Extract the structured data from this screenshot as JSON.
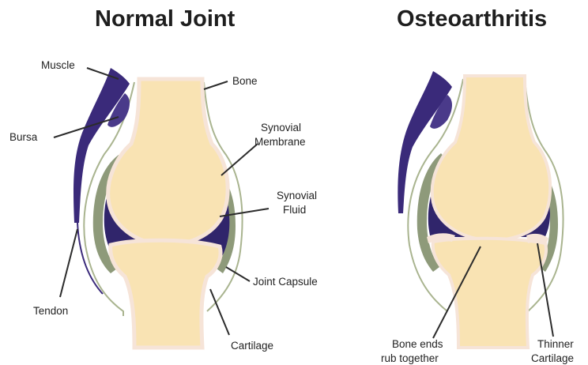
{
  "titles": {
    "normal": "Normal Joint",
    "osteoarthritis": "Osteoarthritis"
  },
  "labels": {
    "muscle": "Muscle",
    "bursa": "Bursa",
    "tendon": "Tendon",
    "bone": "Bone",
    "synovial_membrane": [
      "Synovial",
      "Membrane"
    ],
    "synovial_fluid": [
      "Synovial",
      "Fluid"
    ],
    "joint_capsule": "Joint Capsule",
    "cartilage": "Cartilage",
    "bone_ends_rub": [
      "Bone ends",
      "rub together"
    ],
    "thinner_cartilage": [
      "Thinner",
      "Cartilage"
    ]
  },
  "colors": {
    "bone": "#f9e3b3",
    "bone_edge": "#ecc79a",
    "cartilage": "#f6e4d8",
    "synovial": "#30256b",
    "membrane": "#8e9a7a",
    "capsule_line": "#a9b48f",
    "muscle": "#3a2a7a",
    "leader": "#2c2c2c"
  }
}
